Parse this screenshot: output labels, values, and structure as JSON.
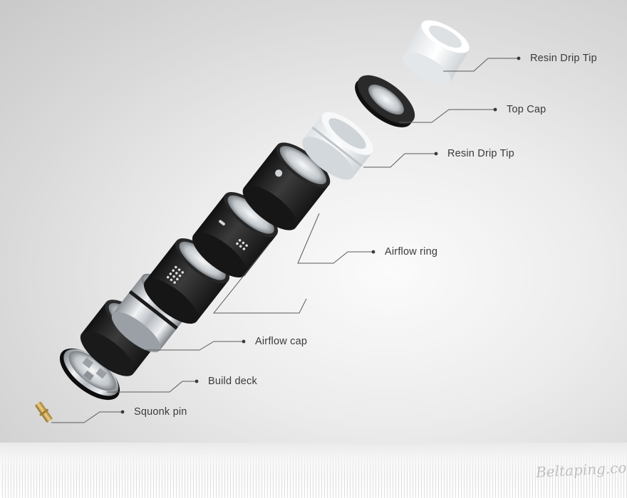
{
  "callouts": [
    {
      "id": "resin-drip-tip-top",
      "label": "Resin Drip Tip"
    },
    {
      "id": "top-cap",
      "label": "Top Cap"
    },
    {
      "id": "resin-drip-tip-lower",
      "label": "Resin Drip Tip"
    },
    {
      "id": "airflow-ring",
      "label": "Airflow ring"
    },
    {
      "id": "airflow-cap",
      "label": "Airflow cap"
    },
    {
      "id": "build-deck",
      "label": "Build deck"
    },
    {
      "id": "squonk-pin",
      "label": "Squonk pin"
    }
  ],
  "watermark": "Beltaping.com",
  "colors": {
    "background": "#e6e6e6",
    "metal_dark": "#2a2a2a",
    "steel": "#cfd3d6",
    "resin": "#f2f4f5",
    "brass": "#c9a24a",
    "leader_line": "#5a5a5a"
  }
}
